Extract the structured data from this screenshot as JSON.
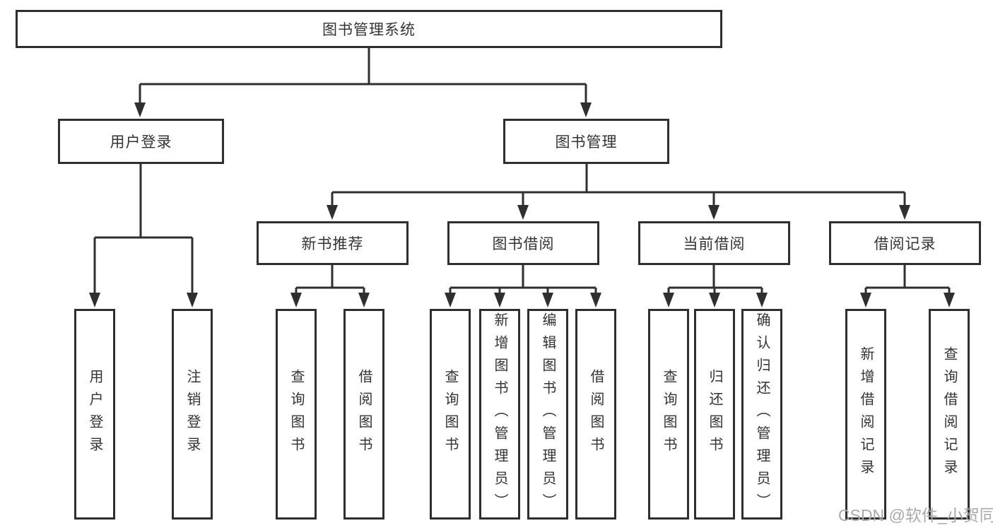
{
  "tree": {
    "root": {
      "label": "图书管理系统",
      "children": [
        {
          "label": "用户登录",
          "children": [
            {
              "label": "用户登录"
            },
            {
              "label": "注销登录"
            }
          ]
        },
        {
          "label": "图书管理",
          "children": [
            {
              "label": "新书推荐",
              "children": [
                {
                  "label": "查询图书"
                },
                {
                  "label": "借阅图书"
                }
              ]
            },
            {
              "label": "图书借阅",
              "children": [
                {
                  "label": "查询图书"
                },
                {
                  "label": "新增图书（管理员）"
                },
                {
                  "label": "编辑图书（管理员）"
                },
                {
                  "label": "借阅图书"
                }
              ]
            },
            {
              "label": "当前借阅",
              "children": [
                {
                  "label": "查询图书"
                },
                {
                  "label": "归还图书"
                },
                {
                  "label": "确认归还（管理员）"
                }
              ]
            },
            {
              "label": "借阅记录",
              "children": [
                {
                  "label": "新增借阅记录"
                },
                {
                  "label": "查询借阅记录"
                }
              ]
            }
          ]
        }
      ]
    }
  },
  "watermark": {
    "text": "CSDN @软件_小贺同学"
  },
  "colors": {
    "line": "#2f2f2f",
    "box_border": "#2f2f2f",
    "box_fill": "#ffffff",
    "text": "#333333",
    "watermark": "#a9a9a9",
    "background": "#ffffff"
  }
}
